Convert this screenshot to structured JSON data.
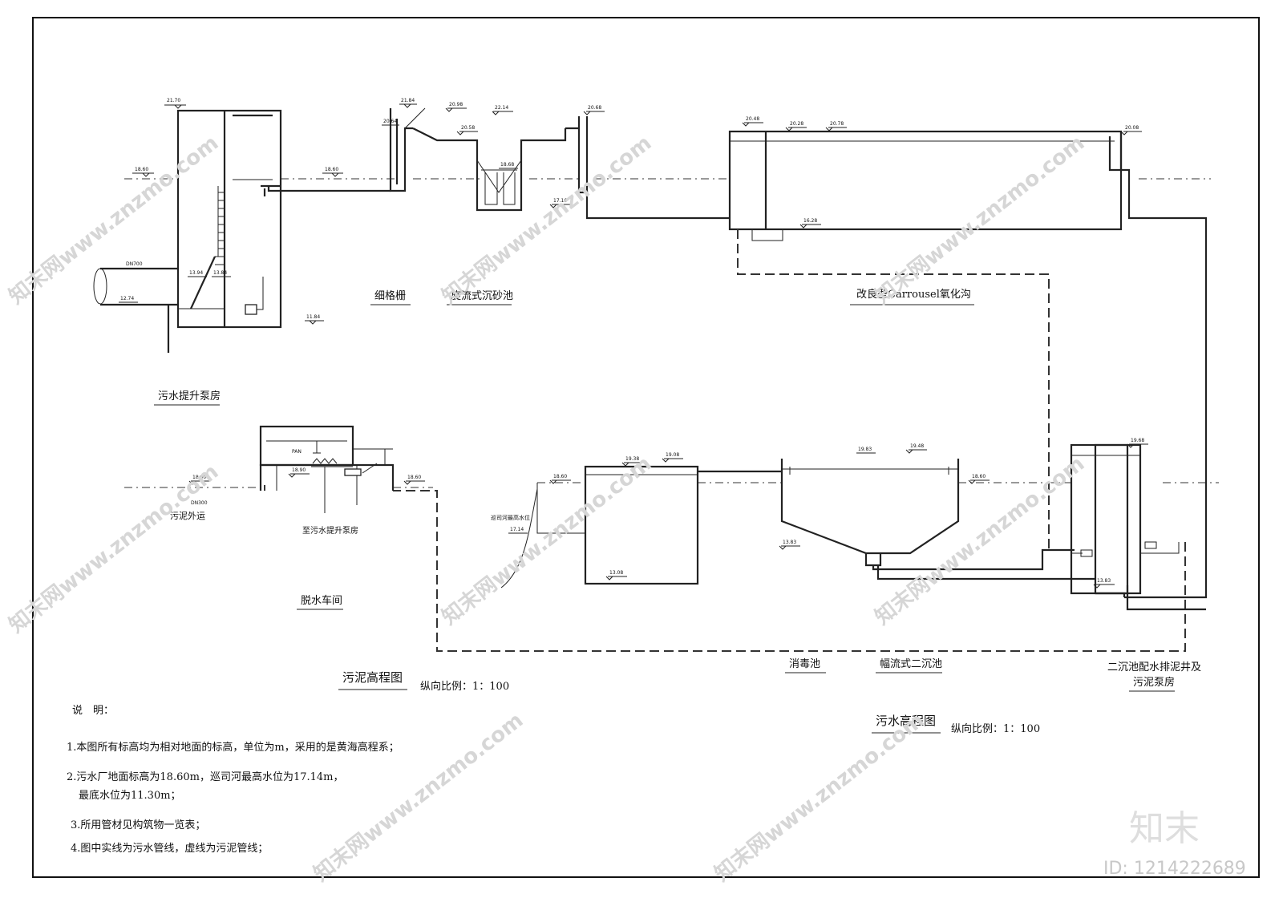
{
  "structures": {
    "pump_house": "污水提升泵房",
    "fine_screen": "细格栅",
    "grit_chamber": "旋流式沉砂池",
    "oxidation_ditch": "改良型Carrousel氧化沟",
    "dewatering": "脱水车间",
    "sludge_out": "污泥外运",
    "to_pump": "至污水提升泵房",
    "disinfection": "消毒池",
    "clarifier": "幅流式二沉池",
    "distribution_well_1": "二沉池配水排泥井及",
    "distribution_well_2": "污泥泵房",
    "river_level": "巡司河最高水位"
  },
  "labels": {
    "pipe_dn700": "DN700",
    "pipe_dn300": "DN300",
    "pan": "PAN"
  },
  "elevations": {
    "e2170": "21.70",
    "e1860a": "18.60",
    "e1860b": "18.60",
    "e1394": "13.94",
    "e1384": "13.84",
    "e1274": "12.74",
    "e1184": "11.84",
    "e2184": "21.84",
    "e2088": "20.98",
    "e2214": "22.14",
    "e2068": "20.68",
    "e2064": "20.64",
    "e2058": "20.58",
    "e1868": "18.68",
    "e1716a": "17.16",
    "e2048": "20.48",
    "e2028": "20.28",
    "e2078": "20.78",
    "e2008": "20.08",
    "e1628": "16.28",
    "e1860c": "18.60",
    "e1890": "18.90",
    "e1860d": "18.60",
    "e1860e": "18.60",
    "e1938": "19.38",
    "e1908": "19.08",
    "e1714": "17.14",
    "e1308": "13.08",
    "e1983": "19.83",
    "e1948": "19.48",
    "e1860f": "18.60",
    "e1383": "13.83",
    "e1968": "19.68",
    "e1383b": "13.83"
  },
  "titles": {
    "sludge_profile": "污泥高程图",
    "sludge_scale": "纵向比例：1：100",
    "sewage_profile": "污水高程图",
    "sewage_scale": "纵向比例：1：100"
  },
  "notes": {
    "heading": "说　明：",
    "n1": "1.本图所有标高均为相对地面的标高，单位为m，采用的是黄海高程系；",
    "n2a": "2.污水厂地面标高为18.60m，巡司河最高水位为17.14m，",
    "n2b": "最底水位为11.30m；",
    "n3": "3.所用管材见构筑物一览表；",
    "n4": "4.图中实线为污水管线，虚线为污泥管线；"
  },
  "watermark": {
    "text": "知末网www.znzmo.com",
    "brand": "知末",
    "id": "ID: 1214222689"
  }
}
